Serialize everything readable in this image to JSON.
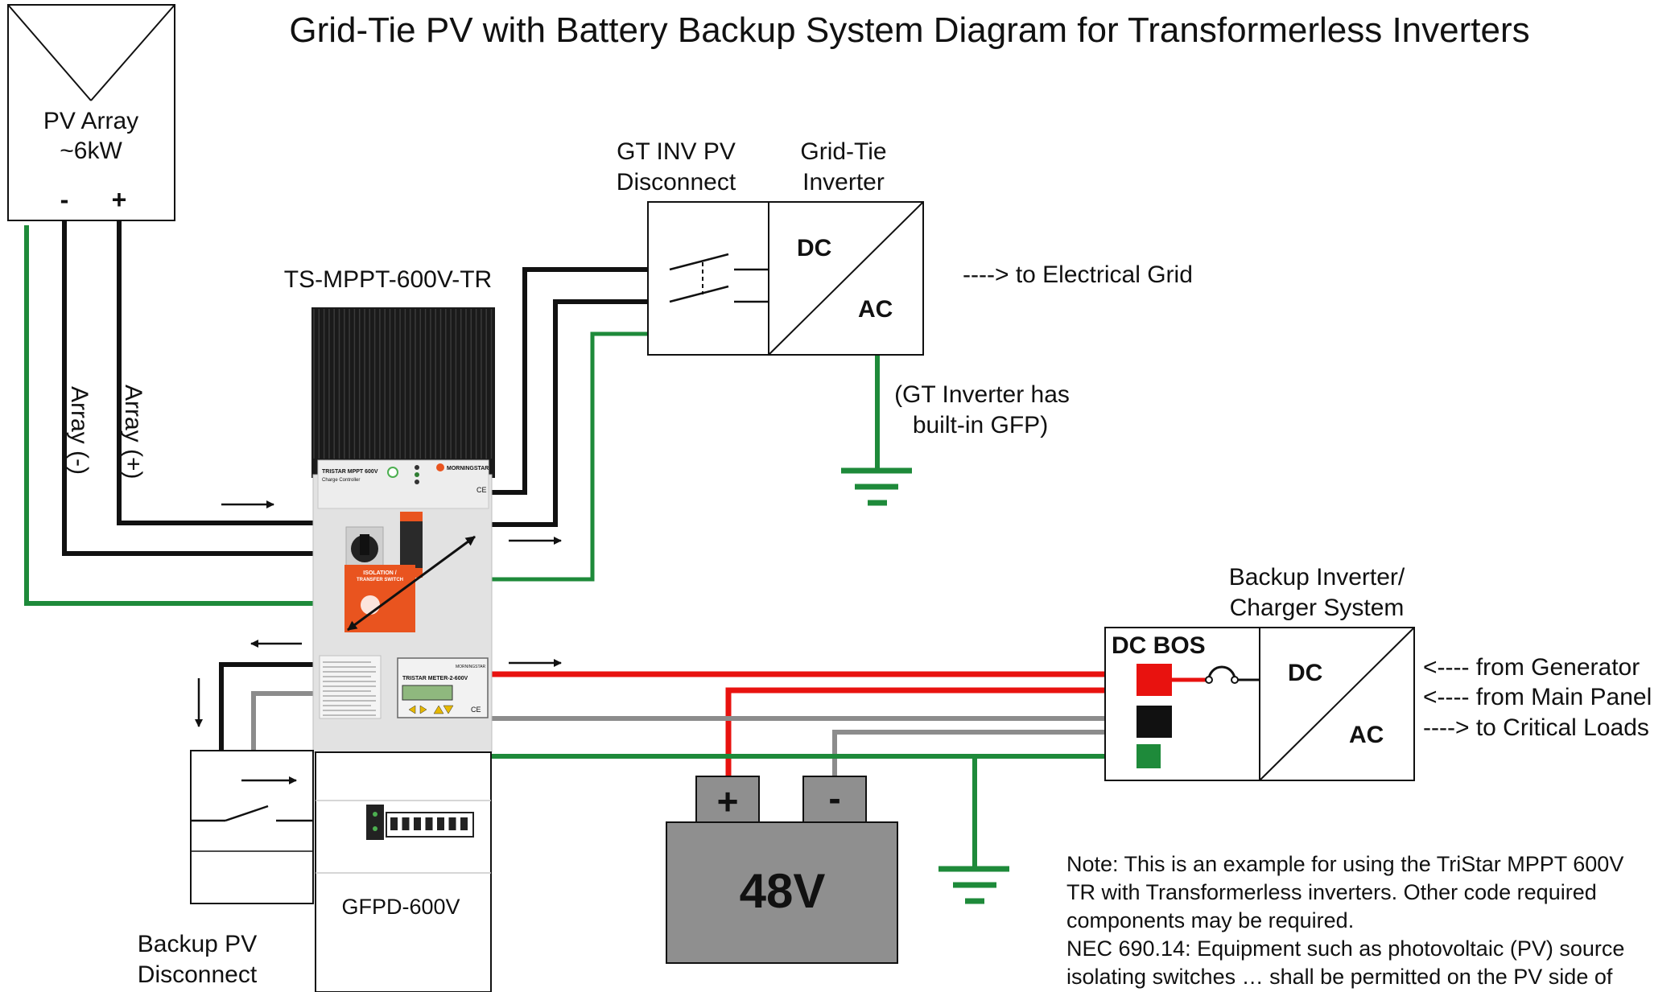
{
  "title": "Grid-Tie PV with Battery Backup System Diagram for Transformerless Inverters",
  "pv_array": {
    "label_line1": "PV Array",
    "label_line2": "~6kW",
    "neg": "-",
    "pos": "+"
  },
  "wire_labels": {
    "array_neg": "Array (-)",
    "array_pos": "Array (+)"
  },
  "controller": {
    "label": "TS-MPPT-600V-TR",
    "faceplate_model": "TRISTAR MPPT 600V",
    "faceplate_sub": "Charge Controller",
    "brand": "MORNINGSTAR",
    "switch_label_1": "ISOLATION /",
    "switch_label_2": "TRANSFER SWITCH",
    "meter_label": "TRISTAR METER-2-600V",
    "meter_brand": "MORNINGSTAR",
    "ce": "CE"
  },
  "gfpd": {
    "label": "GFPD-600V"
  },
  "gt_disconnect": {
    "label_line1": "GT INV PV",
    "label_line2": "Disconnect"
  },
  "gt_inverter": {
    "label_line1": "Grid-Tie",
    "label_line2": "Inverter",
    "dc": "DC",
    "ac": "AC",
    "grid_text": "----> to Electrical Grid",
    "gfp_note_line1": "(GT Inverter has",
    "gfp_note_line2": "built-in GFP)"
  },
  "backup_pv_disconnect": {
    "label_line1": "Backup PV",
    "label_line2": "Disconnect"
  },
  "battery": {
    "label": "48V",
    "pos": "+",
    "neg": "-"
  },
  "backup_inverter": {
    "label_line1": "Backup Inverter/",
    "label_line2": "Charger System",
    "dc_bos": "DC BOS",
    "dc": "DC",
    "ac": "AC",
    "from_generator": "<---- from Generator",
    "from_main_panel": "<---- from Main Panel",
    "to_critical_loads": "----> to Critical Loads"
  },
  "note": {
    "line1": "Note: This is an example for using the TriStar MPPT 600V",
    "line2": "TR with Transformerless inverters. Other code required",
    "line3": "components may be required.",
    "line4": "NEC 690.14: Equipment such as photovoltaic (PV) source",
    "line5": "isolating switches … shall be permitted on the PV side of"
  },
  "colors": {
    "wire_black": "#111111",
    "wire_green": "#1e8a3a",
    "wire_red": "#e8120f",
    "wire_gray": "#8c8c8c",
    "heatsink": "#1a1a1a",
    "panel_gray": "#e2e2e2",
    "battery_gray": "#8f8f8f",
    "orange": "#e9541f"
  }
}
